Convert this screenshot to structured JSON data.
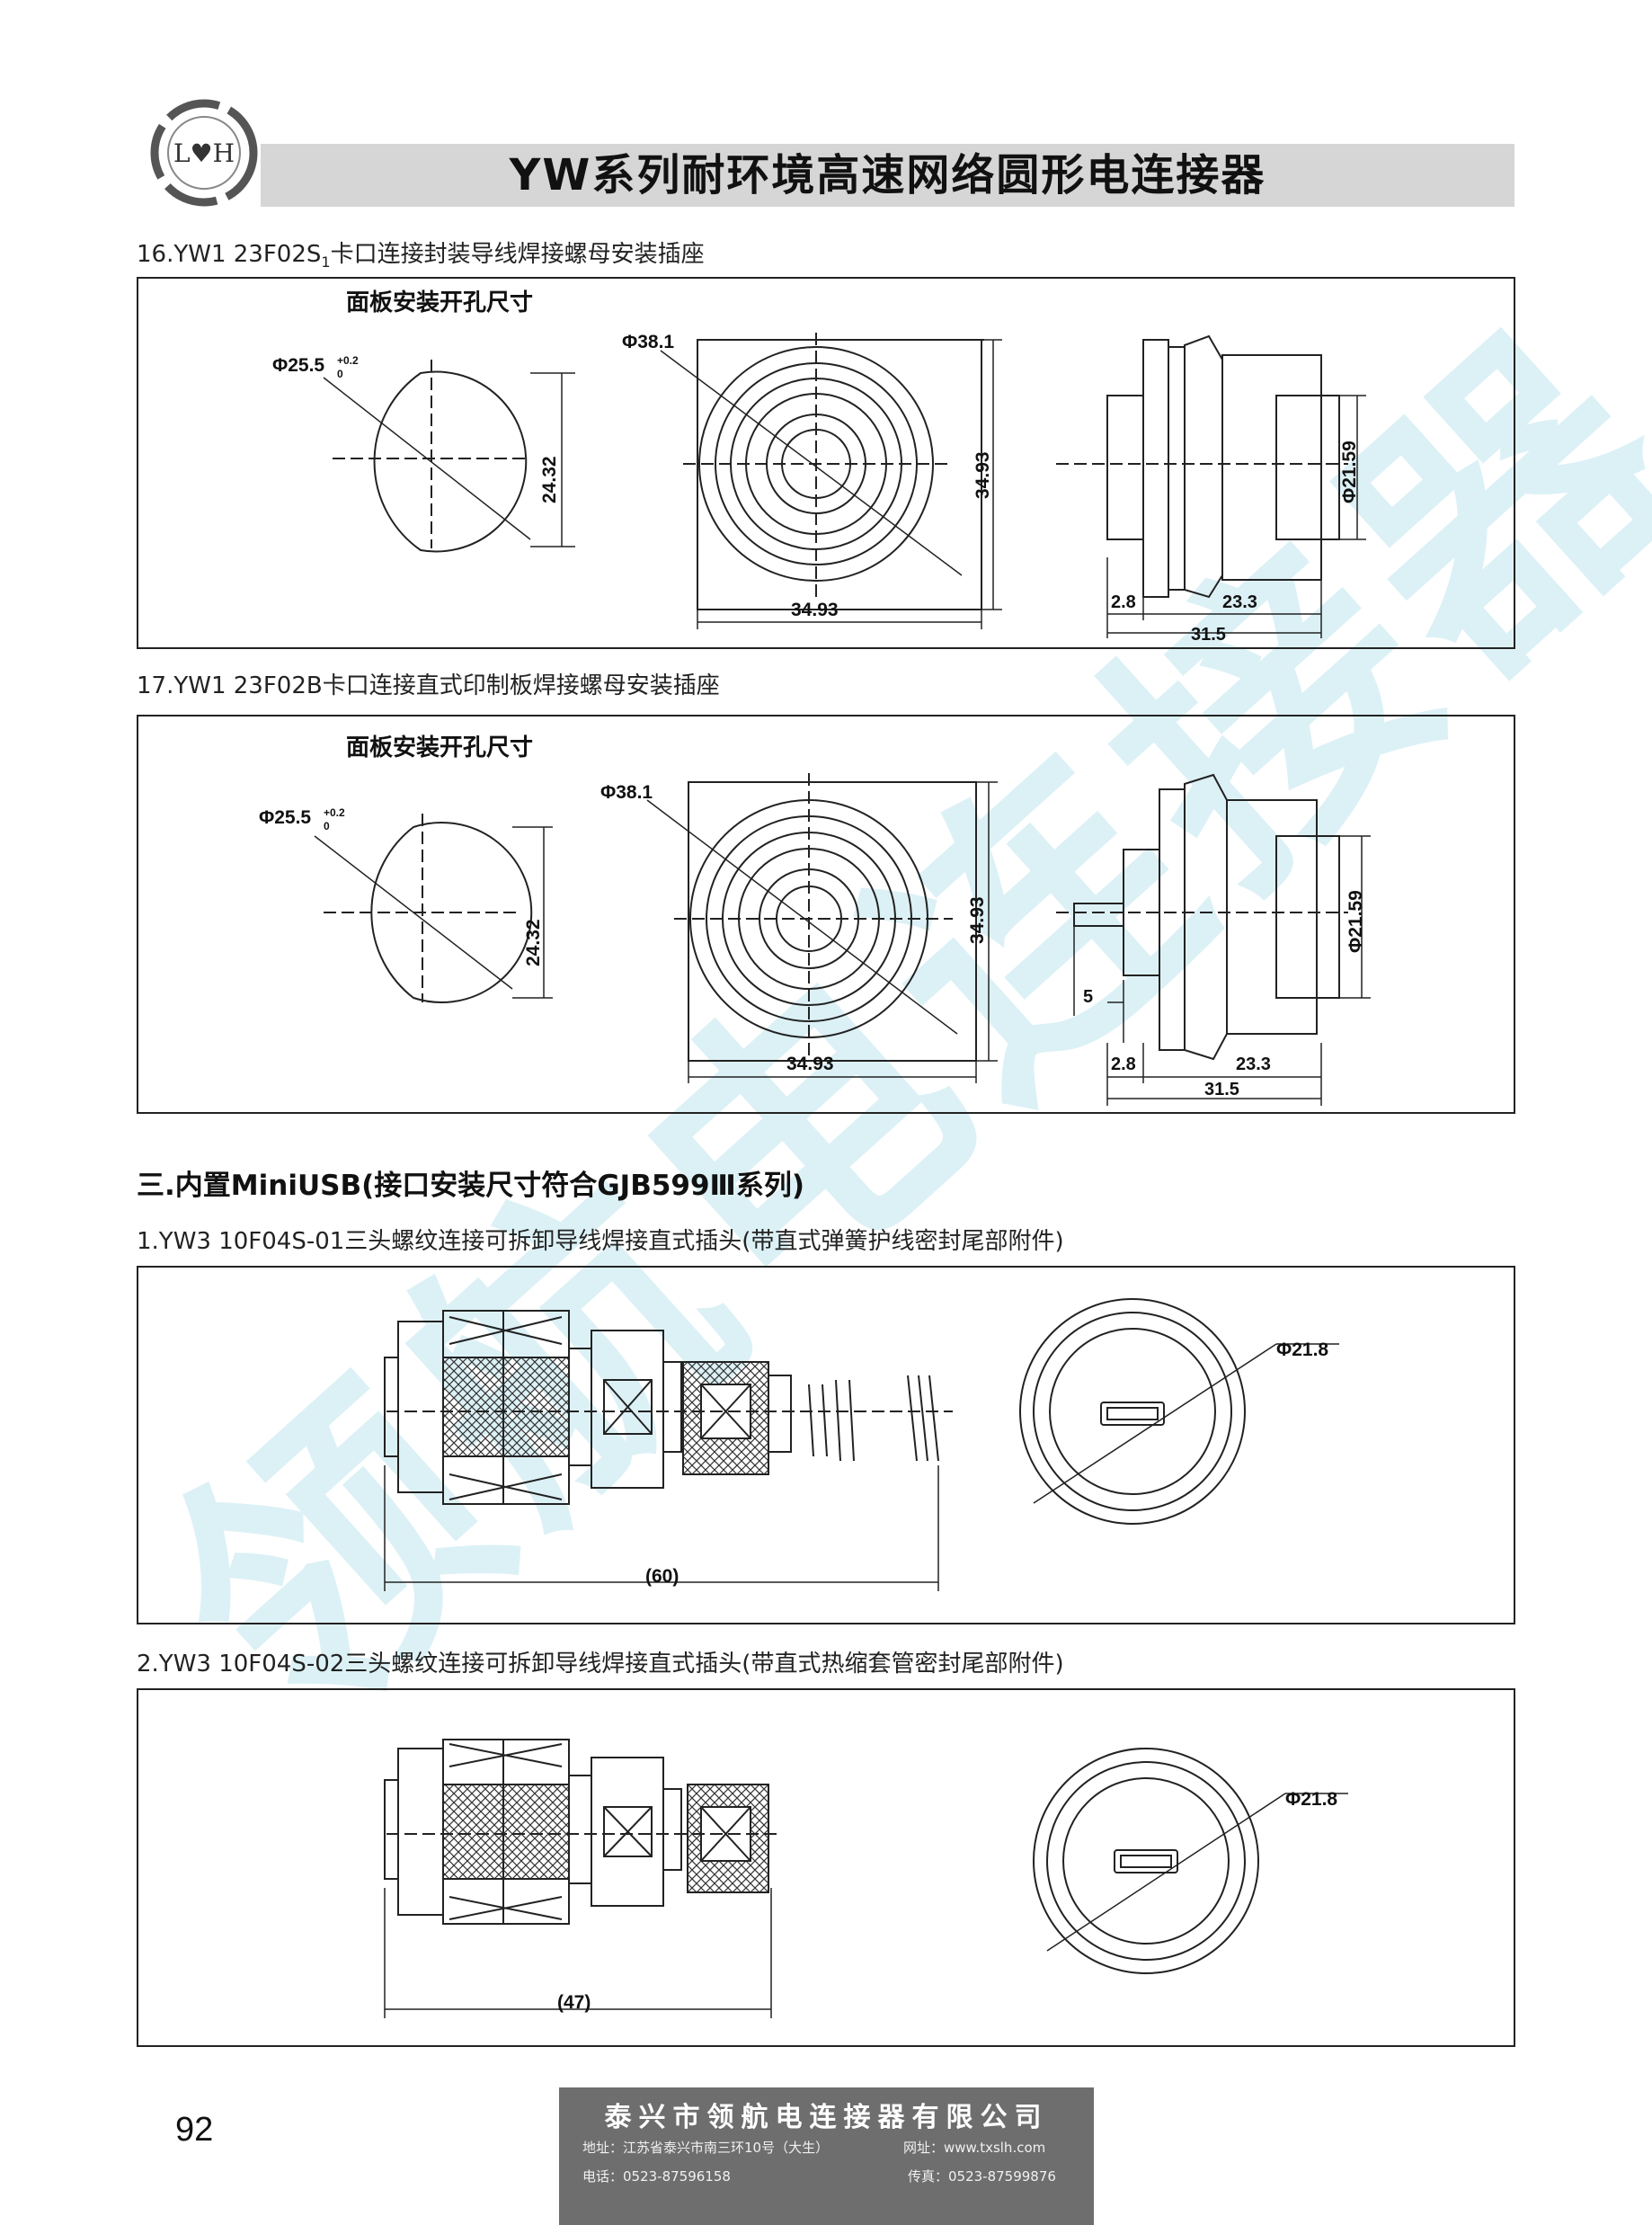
{
  "header": {
    "logo_text": "L♥H",
    "title": "YW系列耐环境高速网络圆形电连接器"
  },
  "items": [
    {
      "caption_prefix": "16.YW1 23F02S",
      "caption_sub": "1",
      "caption_suffix": "卡口连接封装导线焊接螺母安装插座",
      "panel_label": "面板安装开孔尺寸",
      "cutout_diameter": "Φ25.5",
      "tol_upper": "+0.2",
      "tol_lower": "0",
      "cutout_flat": "24.32",
      "flange_diameter": "Φ38.1",
      "square_v": "34.93",
      "square_h": "34.93",
      "body_diameter": "Φ21.59",
      "dim_a": "2.8",
      "dim_b": "23.3",
      "dim_total": "31.5"
    },
    {
      "caption": "17.YW1 23F02B卡口连接直式印制板焊接螺母安装插座",
      "panel_label": "面板安装开孔尺寸",
      "cutout_diameter": "Φ25.5",
      "tol_upper": "+0.2",
      "tol_lower": "0",
      "cutout_flat": "24.32",
      "flange_diameter": "Φ38.1",
      "square_v": "34.93",
      "square_h": "34.93",
      "body_diameter": "Φ21.59",
      "dim_pin": "5",
      "dim_a": "2.8",
      "dim_b": "23.3",
      "dim_total": "31.5"
    }
  ],
  "section3": {
    "title": "三.内置MiniUSB(接口安装尺寸符合GJB599Ⅲ系列)",
    "items": [
      {
        "caption": "1.YW3 10F04S-01三头螺纹连接可拆卸导线焊接直式插头(带直式弹簧护线密封尾部附件)",
        "length": "(60)",
        "diameter": "Φ21.8"
      },
      {
        "caption": "2.YW3 10F04S-02三头螺纹连接可拆卸导线焊接直式插头(带直式热缩套管密封尾部附件)",
        "length": "(47)",
        "diameter": "Φ21.8"
      }
    ]
  },
  "footer": {
    "page_number": "92",
    "company": "泰兴市领航电连接器有限公司",
    "address": "地址：江苏省泰兴市南三环10号（大生）",
    "website": "网址：www.txslh.com",
    "phone": "电话：0523-87596158",
    "fax": "传真：0523-87599876"
  },
  "watermark": {
    "text": "领航电连接器",
    "color": "#bfe6ee"
  },
  "colors": {
    "title_bar": "#d6d6d6",
    "footer_bg": "#6e6e6e",
    "line": "#222222"
  }
}
